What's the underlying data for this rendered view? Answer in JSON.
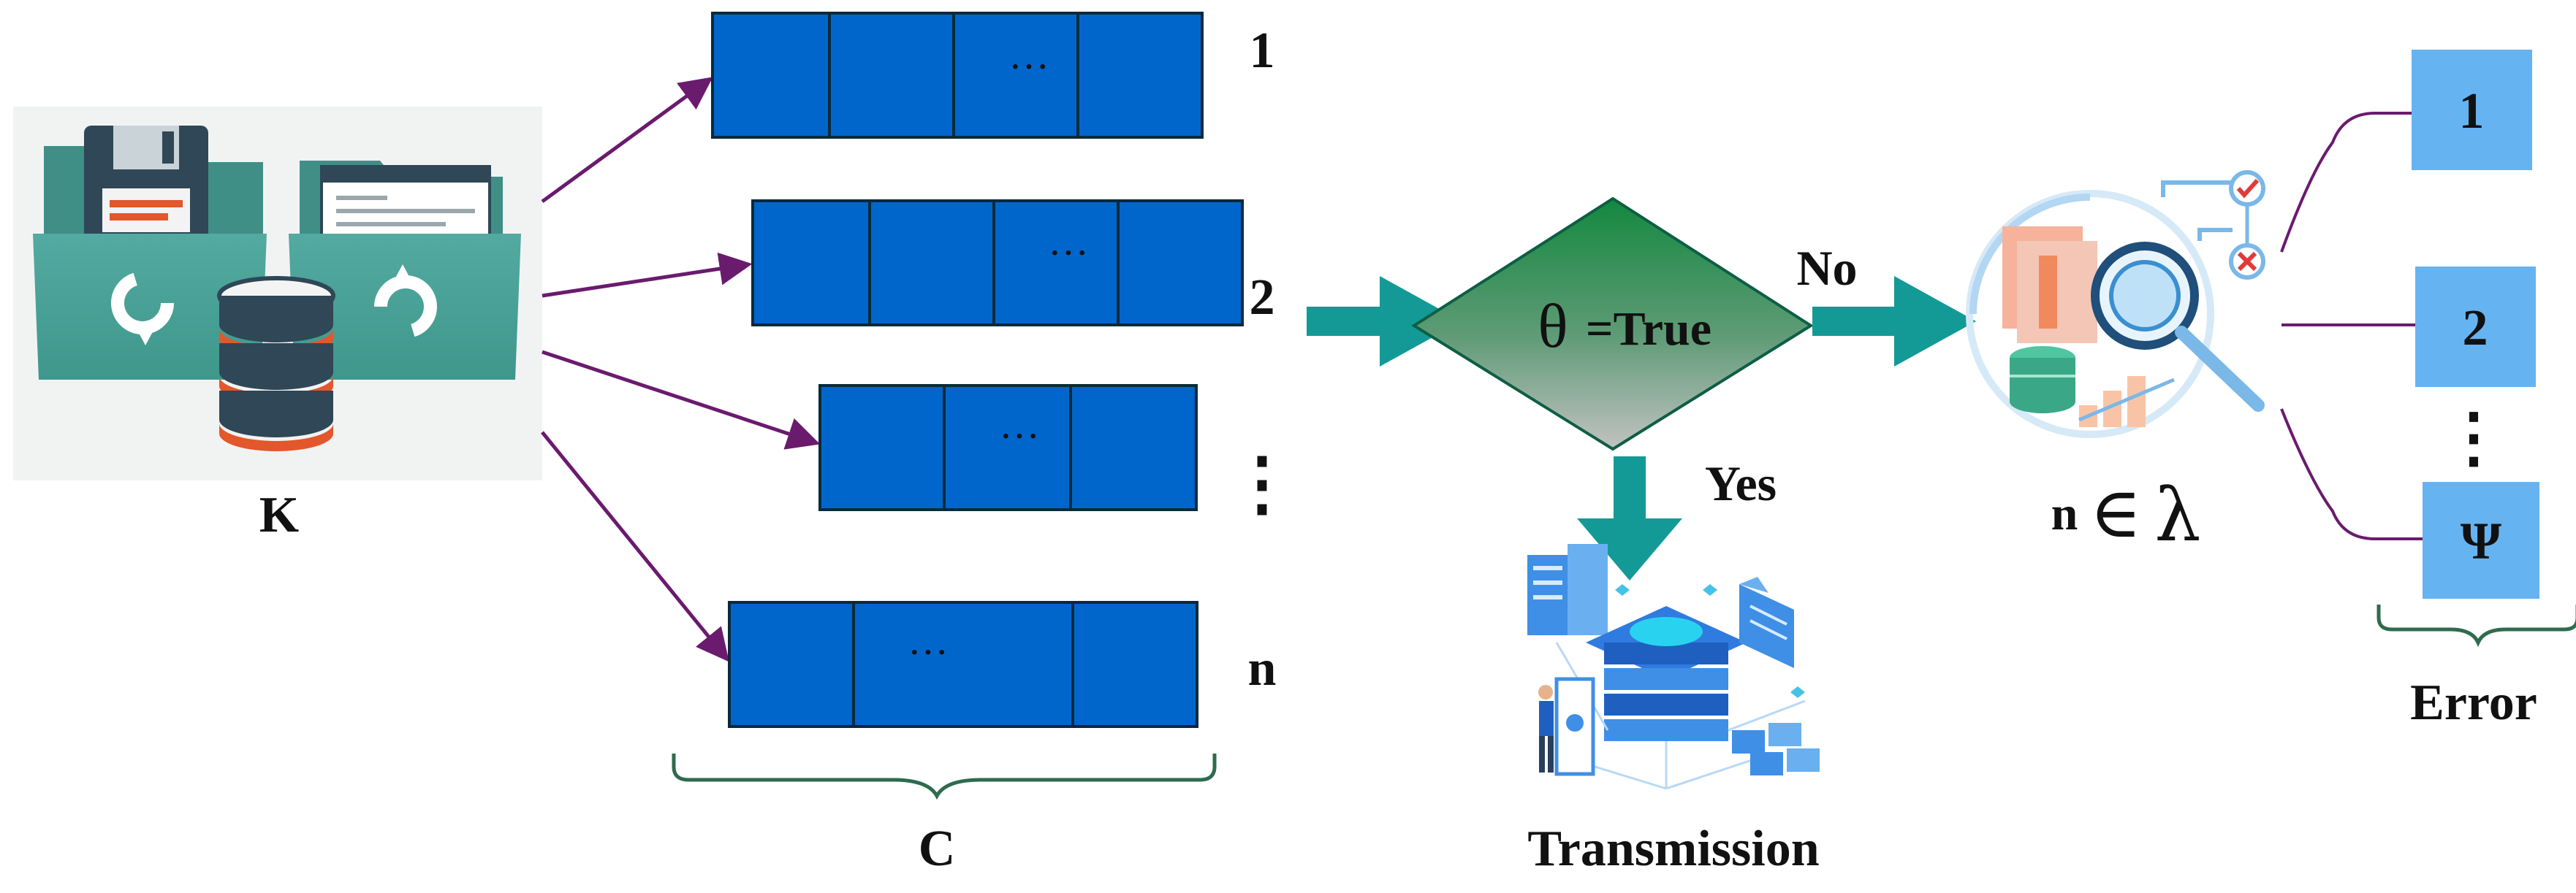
{
  "source": {
    "label": "K"
  },
  "blocks": {
    "group_label": "C",
    "rows": [
      {
        "index_label": "1",
        "ellipsis": "···"
      },
      {
        "index_label": "2",
        "ellipsis": "···"
      },
      {
        "index_label": "⋮",
        "ellipsis": "···"
      },
      {
        "index_label": "n",
        "ellipsis": "···"
      }
    ]
  },
  "decision": {
    "condition": "=True",
    "theta": "θ",
    "no_label": "No",
    "yes_label": "Yes"
  },
  "transmission": {
    "label": "Transmission"
  },
  "analysis": {
    "n": "n",
    "elem": "∈",
    "lambda": "λ"
  },
  "errors": {
    "group_label": "Error",
    "items": [
      "1",
      "2",
      "Ψ"
    ],
    "vdots": "⋮"
  },
  "colors": {
    "block_fill": "#0066cc",
    "block_stroke": "#0a2a3a",
    "arrow_teal": "#139a96",
    "arrow_purple": "#6a1b6e",
    "error_box": "#66b3f2",
    "diamond_top": "#1b8a4c",
    "diamond_bottom": "#b9b9b9"
  }
}
